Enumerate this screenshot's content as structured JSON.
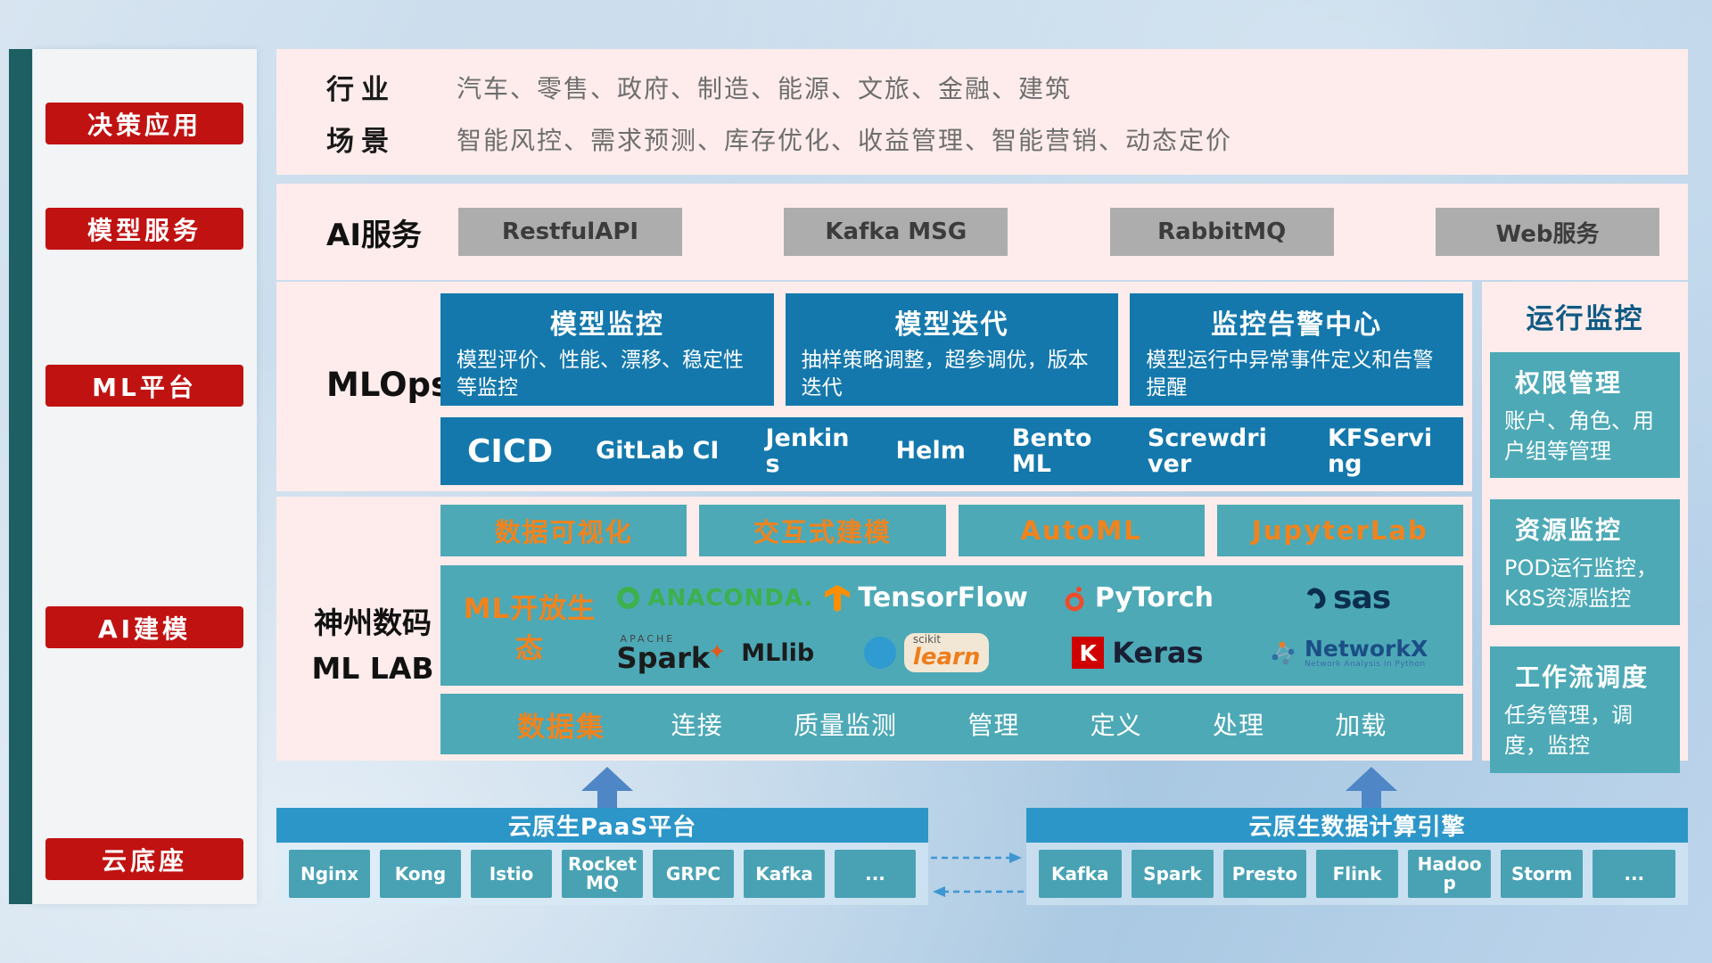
{
  "sidebar": {
    "items": [
      {
        "label": "决策应用"
      },
      {
        "label": "模型服务"
      },
      {
        "label": "ML平台"
      },
      {
        "label": "AI建模"
      },
      {
        "label": "云底座"
      }
    ]
  },
  "industry": {
    "row1_label": "行业",
    "row1_value": "汽车、零售、政府、制造、能源、文旅、金融、建筑",
    "row2_label": "场景",
    "row2_value": "智能风控、需求预测、库存优化、收益管理、智能营销、动态定价"
  },
  "ai_service": {
    "label": "AI服务",
    "buttons": [
      "RestfulAPI",
      "Kafka MSG",
      "RabbitMQ",
      "Web服务"
    ]
  },
  "mlops": {
    "label": "MLOps",
    "cards": [
      {
        "title": "模型监控",
        "desc": "模型评价、性能、漂移、稳定性等监控"
      },
      {
        "title": "模型迭代",
        "desc": "抽样策略调整，超参调优，版本迭代"
      },
      {
        "title": "监控告警中心",
        "desc": "模型运行中异常事件定义和告警提醒"
      }
    ],
    "cicd_label": "CICD",
    "cicd_items": [
      "GitLab CI",
      "Jenkins",
      "Helm",
      "BentoML",
      "Screwdriver",
      "KFServing"
    ]
  },
  "mllab": {
    "label_line1": "神州数码",
    "label_line2": "ML LAB",
    "top_boxes": [
      "数据可视化",
      "交互式建模",
      "AutoML",
      "JupyterLab"
    ],
    "eco_label": "ML开放生态",
    "logos": {
      "anaconda": "ANACONDA.",
      "tensorflow": "TensorFlow",
      "pytorch": "PyTorch",
      "sas": "sas",
      "spark_small": "APACHE",
      "spark": "Spark",
      "mllib": "MLlib",
      "scikit_small": "scikit",
      "scikit": "learn",
      "keras_k": "K",
      "keras": "Keras",
      "networkx": "NetworkX",
      "networkx_sub": "Network Analysis in Python"
    },
    "data_label": "数据集",
    "data_items": [
      "连接",
      "质量监测",
      "管理",
      "定义",
      "处理",
      "加载"
    ]
  },
  "monitor": {
    "title": "运行监控",
    "cards": [
      {
        "title": "权限管理",
        "desc": "账户、角色、用户组等管理"
      },
      {
        "title": "资源监控",
        "desc": "POD运行监控，K8S资源监控"
      },
      {
        "title": "工作流调度",
        "desc": "任务管理，调度，监控"
      }
    ]
  },
  "cloud": {
    "paas_title": "云原生PaaS平台",
    "paas_items": [
      "Nginx",
      "Kong",
      "Istio",
      "RocketMQ",
      "GRPC",
      "Kafka",
      "..."
    ],
    "engine_title": "云原生数据计算引擎",
    "engine_items": [
      "Kafka",
      "Spark",
      "Presto",
      "Flink",
      "Hadoop",
      "Storm",
      "..."
    ]
  },
  "colors": {
    "layer_red": "#c11212",
    "panel_pink": "#fdeceb",
    "box_blue": "#1478ac",
    "box_teal": "#4da9b6",
    "accent_orange": "#f0831e",
    "bar_blue": "#2d96c8",
    "arrow_blue": "#4f86c6"
  }
}
